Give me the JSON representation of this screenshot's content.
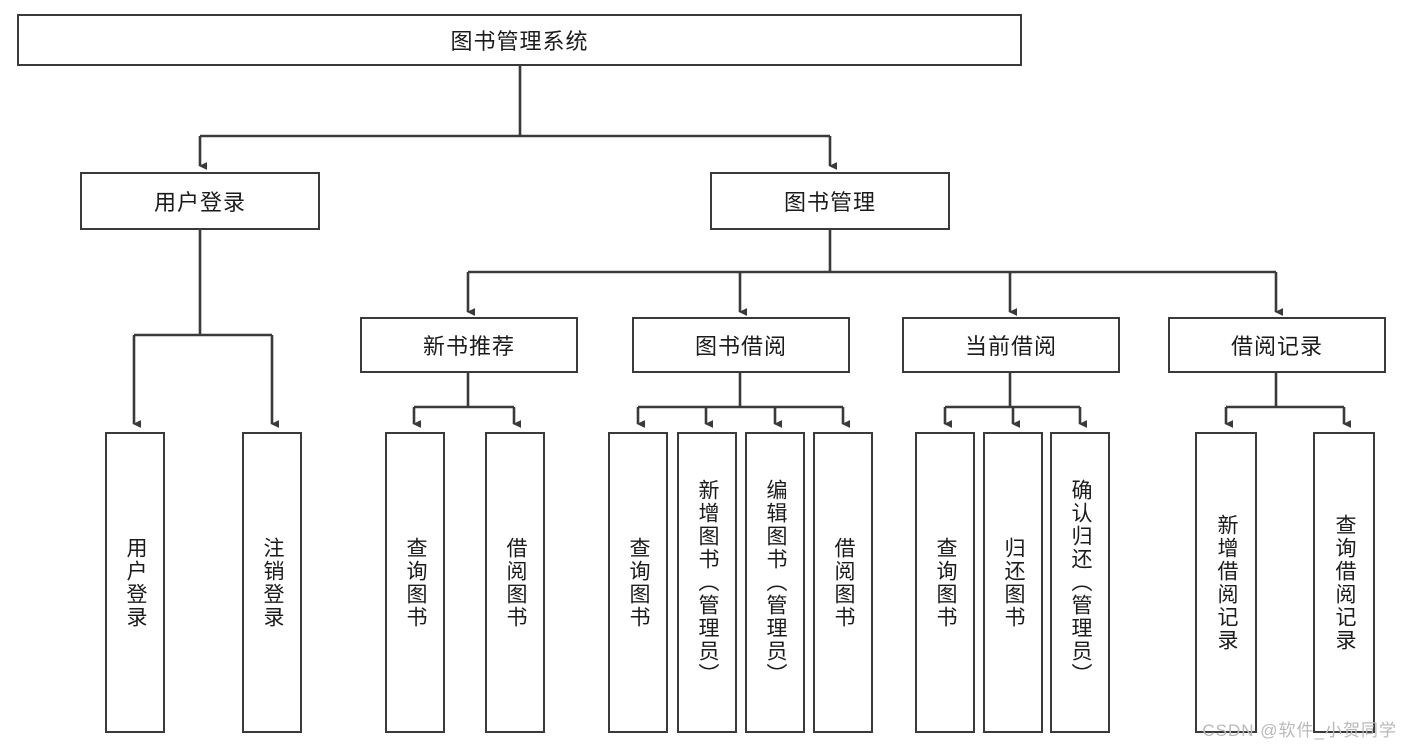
{
  "diagram": {
    "type": "tree",
    "title": "图书管理系统",
    "watermark": "CSDN @软件_小贺同学",
    "colors": {
      "box_border": "#3a3a3a",
      "box_fill": "#ffffff",
      "connector": "#3a3a3a",
      "text": "#1b1b1b",
      "watermark": "#b9b9b9"
    },
    "root": {
      "label": "图书管理系统"
    },
    "level2": [
      {
        "label": "用户登录"
      },
      {
        "label": "图书管理"
      }
    ],
    "level3": [
      {
        "label": "新书推荐"
      },
      {
        "label": "图书借阅"
      },
      {
        "label": "当前借阅"
      },
      {
        "label": "借阅记录"
      }
    ],
    "leaves": {
      "user_login": [
        {
          "label": "用户登录"
        },
        {
          "label": "注销登录"
        }
      ],
      "new_book_recommend": [
        {
          "label": "查询图书"
        },
        {
          "label": "借阅图书"
        }
      ],
      "book_borrow": [
        {
          "label": "查询图书"
        },
        {
          "label": "新增图书（管理员）"
        },
        {
          "label": "编辑图书（管理员）"
        },
        {
          "label": "借阅图书"
        }
      ],
      "current_borrow": [
        {
          "label": "查询图书"
        },
        {
          "label": "归还图书"
        },
        {
          "label": "确认归还（管理员）"
        }
      ],
      "borrow_record": [
        {
          "label": "新增借阅记录"
        },
        {
          "label": "查询借阅记录"
        }
      ]
    }
  }
}
